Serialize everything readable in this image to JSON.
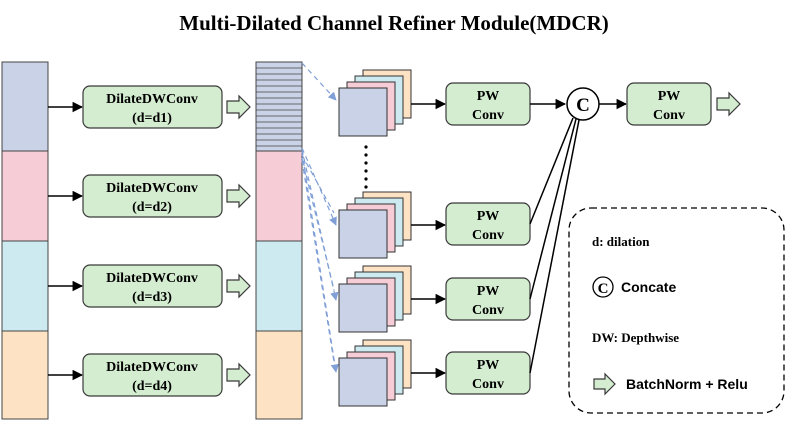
{
  "title": "Multi-Dilated Channel Refiner Module(MDCR)",
  "dilate_blocks": [
    {
      "name": "DilateDWConv",
      "param": "(d=d1)"
    },
    {
      "name": "DilateDWConv",
      "param": "(d=d2)"
    },
    {
      "name": "DilateDWConv",
      "param": "(d=d3)"
    },
    {
      "name": "DilateDWConv",
      "param": "(d=d4)"
    }
  ],
  "pw_blocks": [
    {
      "line1": "PW",
      "line2": "Conv"
    },
    {
      "line1": "PW",
      "line2": "Conv"
    },
    {
      "line1": "PW",
      "line2": "Conv"
    },
    {
      "line1": "PW",
      "line2": "Conv"
    }
  ],
  "final_pw": {
    "line1": "PW",
    "line2": "Conv"
  },
  "concat_symbol": "C",
  "legend": {
    "dilation": "d: dilation",
    "concat_symbol": "C",
    "concat_label": "Concate",
    "depthwise": "DW: Depthwise",
    "bnrelu_label": "BatchNorm + Relu"
  },
  "colors": {
    "blue": "#c9d2e7",
    "pink": "#f6ccd6",
    "cyan": "#cdeaf0",
    "peach": "#fde3c3",
    "block_fill": "#d4ecd0",
    "block_stroke": "#3a3a3a",
    "dash_blue": "#7f9fd6"
  }
}
